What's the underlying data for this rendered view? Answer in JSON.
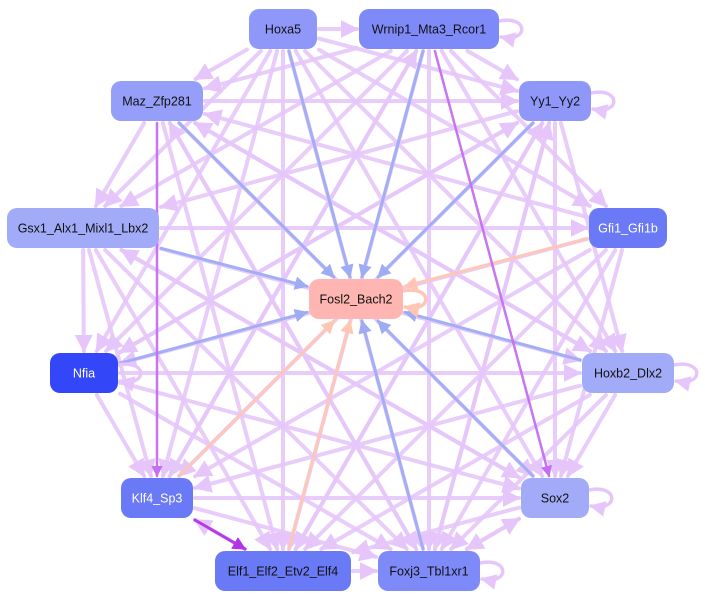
{
  "diagram": {
    "type": "directed-network",
    "colors": {
      "edge_default": "#e6c6fa",
      "edge_blue": "#9eacf4",
      "edge_peach": "#ffc6b4",
      "edge_violet": "#c56ef0",
      "edge_magenta": "#b233e8",
      "label_dark": "#111111",
      "label_light": "#ffffff"
    },
    "nodes": [
      {
        "id": "hoxa5",
        "label": "Hoxa5",
        "color": "#8f98f8",
        "text": "dark"
      },
      {
        "id": "wrnip1",
        "label": "Wrnip1_Mta3_Rcor1",
        "color": "#7e8af8",
        "text": "dark"
      },
      {
        "id": "maz",
        "label": "Maz_Zfp281",
        "color": "#959ef8",
        "text": "dark"
      },
      {
        "id": "yy1",
        "label": "Yy1_Yy2",
        "color": "#8f98f8",
        "text": "dark"
      },
      {
        "id": "gsx1",
        "label": "Gsx1_Alx1_Mixl1_Lbx2",
        "color": "#a2abf8",
        "text": "dark"
      },
      {
        "id": "gfi1",
        "label": "Gfi1_Gfi1b",
        "color": "#6a79f6",
        "text": "light"
      },
      {
        "id": "fosl2",
        "label": "Fosl2_Bach2",
        "color": "#ffb6b2",
        "text": "dark"
      },
      {
        "id": "nfia",
        "label": "Nfia",
        "color": "#3346f8",
        "text": "light"
      },
      {
        "id": "hoxb2",
        "label": "Hoxb2_Dlx2",
        "color": "#a2abf8",
        "text": "dark"
      },
      {
        "id": "klf4",
        "label": "Klf4_Sp3",
        "color": "#6a79f6",
        "text": "light"
      },
      {
        "id": "sox2",
        "label": "Sox2",
        "color": "#a2abf8",
        "text": "dark"
      },
      {
        "id": "elf1",
        "label": "Elf1_Elf2_Etv2_Elf4",
        "color": "#6a79f6",
        "text": "dark"
      },
      {
        "id": "foxj3",
        "label": "Foxj3_Tbl1xr1",
        "color": "#7e8af8",
        "text": "dark"
      }
    ],
    "edges": [
      [
        "hoxa5",
        "wrnip1",
        "default"
      ],
      [
        "hoxa5",
        "maz",
        "default"
      ],
      [
        "hoxa5",
        "yy1",
        "default"
      ],
      [
        "hoxa5",
        "gsx1",
        "default"
      ],
      [
        "hoxa5",
        "fosl2",
        "blue"
      ],
      [
        "hoxa5",
        "nfia",
        "default"
      ],
      [
        "hoxa5",
        "klf4",
        "default"
      ],
      [
        "hoxa5",
        "sox2",
        "default"
      ],
      [
        "hoxa5",
        "elf1",
        "default"
      ],
      [
        "hoxa5",
        "foxj3",
        "default"
      ],
      [
        "hoxa5",
        "hoxb2",
        "default"
      ],
      [
        "hoxa5",
        "gfi1",
        "default"
      ],
      [
        "wrnip1",
        "maz",
        "default"
      ],
      [
        "wrnip1",
        "yy1",
        "default"
      ],
      [
        "wrnip1",
        "gsx1",
        "default"
      ],
      [
        "wrnip1",
        "fosl2",
        "blue"
      ],
      [
        "wrnip1",
        "nfia",
        "default"
      ],
      [
        "wrnip1",
        "hoxb2",
        "default"
      ],
      [
        "wrnip1",
        "klf4",
        "default"
      ],
      [
        "wrnip1",
        "sox2",
        "violet"
      ],
      [
        "wrnip1",
        "elf1",
        "default"
      ],
      [
        "wrnip1",
        "foxj3",
        "default"
      ],
      [
        "wrnip1",
        "gfi1",
        "default"
      ],
      [
        "maz",
        "yy1",
        "default"
      ],
      [
        "maz",
        "gsx1",
        "default"
      ],
      [
        "maz",
        "fosl2",
        "blue"
      ],
      [
        "maz",
        "hoxb2",
        "default"
      ],
      [
        "maz",
        "sox2",
        "default"
      ],
      [
        "maz",
        "klf4",
        "violet"
      ],
      [
        "maz",
        "elf1",
        "default"
      ],
      [
        "maz",
        "foxj3",
        "default"
      ],
      [
        "yy1",
        "gsx1",
        "default"
      ],
      [
        "yy1",
        "fosl2",
        "blue"
      ],
      [
        "yy1",
        "nfia",
        "default"
      ],
      [
        "yy1",
        "klf4",
        "default"
      ],
      [
        "yy1",
        "sox2",
        "default"
      ],
      [
        "yy1",
        "elf1",
        "default"
      ],
      [
        "yy1",
        "foxj3",
        "default"
      ],
      [
        "yy1",
        "hoxb2",
        "default"
      ],
      [
        "gsx1",
        "gfi1",
        "default"
      ],
      [
        "gsx1",
        "nfia",
        "default"
      ],
      [
        "gsx1",
        "hoxb2",
        "default"
      ],
      [
        "gsx1",
        "klf4",
        "default"
      ],
      [
        "gsx1",
        "sox2",
        "default"
      ],
      [
        "gsx1",
        "elf1",
        "default"
      ],
      [
        "gsx1",
        "foxj3",
        "default"
      ],
      [
        "gsx1",
        "fosl2",
        "blue"
      ],
      [
        "gfi1",
        "nfia",
        "default"
      ],
      [
        "gfi1",
        "klf4",
        "default"
      ],
      [
        "gfi1",
        "elf1",
        "default"
      ],
      [
        "gfi1",
        "foxj3",
        "default"
      ],
      [
        "gfi1",
        "fosl2",
        "peach"
      ],
      [
        "nfia",
        "fosl2",
        "blue"
      ],
      [
        "nfia",
        "hoxb2",
        "default"
      ],
      [
        "nfia",
        "sox2",
        "default"
      ],
      [
        "nfia",
        "klf4",
        "default"
      ],
      [
        "nfia",
        "foxj3",
        "default"
      ],
      [
        "hoxb2",
        "fosl2",
        "blue"
      ],
      [
        "hoxb2",
        "klf4",
        "default"
      ],
      [
        "hoxb2",
        "sox2",
        "default"
      ],
      [
        "hoxb2",
        "elf1",
        "default"
      ],
      [
        "hoxb2",
        "foxj3",
        "default"
      ],
      [
        "klf4",
        "fosl2",
        "peach"
      ],
      [
        "klf4",
        "sox2",
        "default"
      ],
      [
        "klf4",
        "elf1",
        "magenta"
      ],
      [
        "klf4",
        "foxj3",
        "default"
      ],
      [
        "sox2",
        "fosl2",
        "blue"
      ],
      [
        "sox2",
        "elf1",
        "default"
      ],
      [
        "sox2",
        "foxj3",
        "default"
      ],
      [
        "elf1",
        "fosl2",
        "peach"
      ],
      [
        "elf1",
        "foxj3",
        "default"
      ],
      [
        "elf1",
        "klf4",
        "default"
      ],
      [
        "foxj3",
        "fosl2",
        "blue"
      ],
      [
        "foxj3",
        "sox2",
        "default"
      ],
      [
        "foxj3",
        "yy1",
        "default"
      ],
      [
        "foxj3",
        "maz",
        "default"
      ],
      [
        "sox2",
        "gsx1",
        "default"
      ],
      [
        "elf1",
        "yy1",
        "default"
      ],
      [
        "klf4",
        "wrnip1",
        "default"
      ],
      [
        "nfia",
        "yy1",
        "default"
      ],
      [
        "hoxb2",
        "maz",
        "default"
      ],
      [
        "gfi1",
        "maz",
        "default"
      ],
      [
        "gfi1",
        "sox2",
        "default"
      ]
    ],
    "self_loops": [
      "wrnip1",
      "yy1",
      "fosl2",
      "nfia",
      "hoxb2",
      "sox2",
      "foxj3"
    ]
  }
}
